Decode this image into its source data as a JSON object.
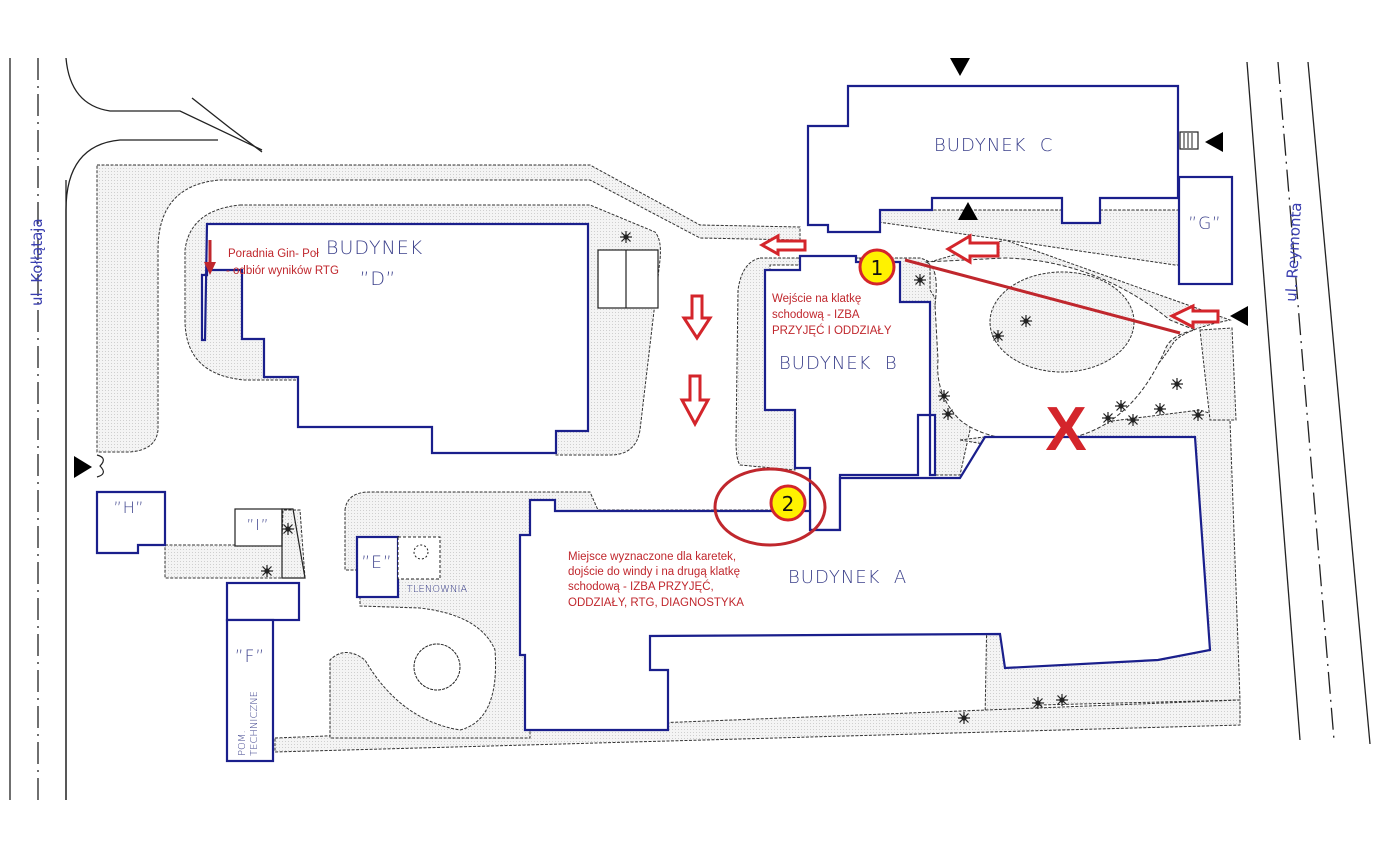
{
  "map": {
    "streets": {
      "left": "ul. Kołłątaja",
      "right": "ul. Reymonta"
    },
    "buildings": {
      "A": {
        "label": "BUDYNEK  A"
      },
      "B": {
        "label": "BUDYNEK  B"
      },
      "C": {
        "label": "BUDYNEK  C"
      },
      "D": {
        "label_line1": "BUDYNEK",
        "label_line2": "”D”"
      },
      "E": {
        "label": "”E”"
      },
      "F": {
        "label": "”F”",
        "sublabel_line1": "POM.",
        "sublabel_line2": "TECHNICZNE"
      },
      "G": {
        "label": "”G”"
      },
      "H": {
        "label": "”H”"
      },
      "I": {
        "label": "”I”"
      },
      "oxygen": {
        "label": "TLENOWNIA"
      }
    },
    "annotations": {
      "clinic_note_line1": "Poradnia Gin- Poł",
      "clinic_note_line2": "- odbiór wyników RTG",
      "entrance1_note_line1": "Wejście na klatkę",
      "entrance1_note_line2": "schodową - IZBA",
      "entrance1_note_line3": "PRZYJĘĆ I ODDZIAŁY",
      "ambulance_note_line1": "Miejsce wyznaczone dla karetek,",
      "ambulance_note_line2": "dojście do windy i na drugą klatkę",
      "ambulance_note_line3": "schodową - IZBA PRZYJĘĆ,",
      "ambulance_note_line4": "ODDZIAŁY, RTG, DIAGNOSTYKA"
    },
    "markers": {
      "entrance1": "1",
      "entrance2": "2",
      "closed_route": "X"
    },
    "icons": {
      "entry_marker": "black-triangle",
      "direction_arrow": "red-outline-arrow",
      "tree": "tree-symbol",
      "stairs": "stairs-symbol"
    },
    "colors": {
      "building_outline": "#1a1f8c",
      "annotation_red": "#c0272d",
      "marker_yellow": "#fff200",
      "marker_red": "#d4252b"
    }
  }
}
